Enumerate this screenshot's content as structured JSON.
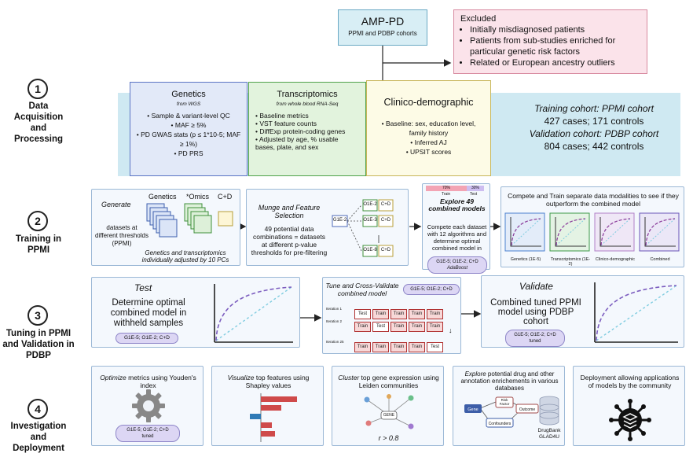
{
  "steps": [
    {
      "num": "1",
      "label": "Data Acquisition and Processing"
    },
    {
      "num": "2",
      "label": "Training in PPMI"
    },
    {
      "num": "3",
      "label": "Tuning in PPMI and Validation in PDBP"
    },
    {
      "num": "4",
      "label": "Investigation and Deployment"
    }
  ],
  "amp": {
    "title": "AMP-PD",
    "subtitle": "PPMI and PDBP cohorts"
  },
  "excluded": {
    "title": "Excluded",
    "items": [
      "Initially misdiagnosed patients",
      "Patients from sub-studies enriched for particular genetic risk factors",
      "Related or European ancestry outliers"
    ]
  },
  "genetics": {
    "title": "Genetics",
    "source": "from WGS",
    "items": [
      "Sample & variant-level QC",
      "MAF ≥ 5%",
      "PD GWAS stats (p ≤ 1*10-5; MAF ≥ 1%)",
      "PD PRS"
    ]
  },
  "transcriptomics": {
    "title": "Transcriptomics",
    "source": "from whole blood RNA-Seq",
    "items": [
      "Baseline metrics",
      "VST feature counts",
      "DiffExp protein-coding genes",
      "Adjusted by age, % usable bases, plate, and sex"
    ]
  },
  "clinico": {
    "title": "Clinico-demographic",
    "items": [
      "Baseline: sex, education level, family history",
      "Inferred AJ",
      "UPSIT scores"
    ]
  },
  "cohorts": {
    "training_label": "Training cohort: PPMI cohort",
    "training_counts": "427 cases; 171 controls",
    "validation_label": "Validation cohort: PDBP cohort",
    "validation_counts": "804 cases; 442 controls"
  },
  "generate": {
    "title": "Generate",
    "genetics": "Genetics",
    "omics": "*Omics",
    "cd": "C+D",
    "datasets": "datasets at different thresholds (PPMI)",
    "note": "Genetics and transcriptomics individually adjusted by 10 PCs"
  },
  "munge": {
    "title": "Munge and Feature Selection",
    "text": "49 potential data combinations = datasets at different p-value thresholds for pre-filtering",
    "g1e2": "G1E-2",
    "nodes": [
      {
        "a": "O1E-2",
        "b": "C+D"
      },
      {
        "a": "O1E-3",
        "b": "C+D"
      },
      {
        "a": "O1E-8",
        "b": "C+D"
      }
    ]
  },
  "explore": {
    "train_pct": "70%",
    "test_pct": "30%",
    "train": "Train",
    "test": "Test",
    "title": "Explore 49 combined models",
    "text": "Compete each dataset with 12 algorithms and determine optimal combined model in",
    "pill": "G1E-5; O1E-2; C+D",
    "pill_sub": "AdaBoost"
  },
  "compete": {
    "title": "Compete and Train separate data modalities to see if they outperform the combined model",
    "charts": [
      {
        "label": "Genetics (1E-5)",
        "color": "#4a7fd0",
        "bg": "#e3ecf9"
      },
      {
        "label": "Transcriptomics (1E-2)",
        "color": "#3c9a47",
        "bg": "#e4f3e4"
      },
      {
        "label": "Clinico-demographic",
        "color": "#b07fc8",
        "bg": "#efe7f6"
      },
      {
        "label": "Combined",
        "color": "#6a55b8",
        "bg": "#ebe7f7"
      }
    ]
  },
  "test": {
    "title": "Test",
    "text": "Determine optimal combined model in withheld samples",
    "pill": "G1E-5; O1E-2; C+D"
  },
  "tune": {
    "title": "Tune and Cross-Validate combined model",
    "pill": "G1E-5; O1E-2; C+D",
    "iterations": [
      {
        "label": "Iteration 1",
        "cells": [
          "Test",
          "Train",
          "Train",
          "Train",
          "Train"
        ]
      },
      {
        "label": "Iteration 2",
        "cells": [
          "Train",
          "Test",
          "Train",
          "Train",
          "Train"
        ]
      },
      {
        "label": "Iteration 25",
        "cells": [
          "Train",
          "Train",
          "Train",
          "Train",
          "Test"
        ]
      }
    ]
  },
  "validate": {
    "title": "Validate",
    "text": "Combined tuned PPMI model using PDBP cohort",
    "pill": "G1E-5; O1E-2; C+D",
    "pill_sub": "tuned"
  },
  "optimize": {
    "lead": "Optimize",
    "text": "metrics using Youden's index",
    "pill": "G1E-5; O1E-2; C+D",
    "pill_sub": "tuned"
  },
  "visualize": {
    "lead": "Visualize",
    "text": "top features using Shapley values"
  },
  "cluster": {
    "lead": "Cluster",
    "text": "top gene expression using Leiden communities",
    "gene": "GENE",
    "r": "r > 0.8"
  },
  "explore4": {
    "lead": "Explore",
    "text": "potential drug and other annotation enrichements in various databases",
    "gene": "Gene",
    "risk": "Risk Factor",
    "outcome": "Outcome",
    "confounders": "Confounders",
    "db1": "DrugBank",
    "db2": "GLAD4U"
  },
  "deploy": {
    "text": "Deployment allowing applications of models by the community"
  }
}
